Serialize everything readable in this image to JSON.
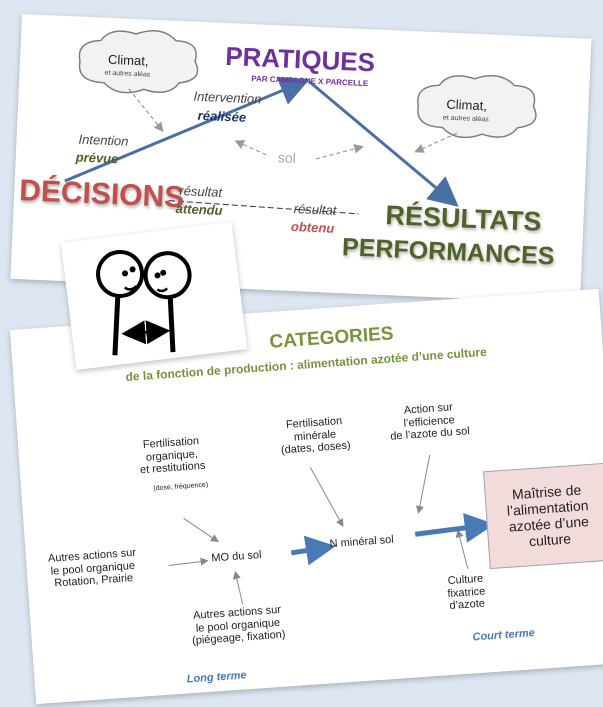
{
  "top_diagram": {
    "title": "PRATIQUES",
    "subtitle": "PAR CAMPAGNE X PARCELLE",
    "cloud_left": {
      "label": "Climat,",
      "sub": "et autres aléas"
    },
    "cloud_right": {
      "label": "Climat,",
      "sub": "et autres aléas"
    },
    "intention_label": "Intention",
    "intention_value": "prévue",
    "intervention_label": "Intervention",
    "intervention_value": "réalisée",
    "sol_label": "sol",
    "decisions": "DÉCISIONS",
    "resultat_attendu_label": "résultat",
    "resultat_attendu_value": "attendu",
    "resultat_obtenu_label": "résultat",
    "resultat_obtenu_value": "obtenu",
    "resultats": "RÉSULTATS",
    "performances": "PERFORMANCES"
  },
  "bottom_diagram": {
    "title": "CATEGORIES",
    "subtitle": "de la fonction de production : alimentation azotée d’une culture",
    "fert_org": "Fertilisation\norganique,\net restitutions",
    "fert_org_small": "(dose, fréquence)",
    "fert_min": "Fertilisation\nminérale\n(dates, doses)",
    "action_eff": "Action sur\nl’efficience\nde l’azote du sol",
    "autres_left": "Autres actions sur\nle pool organique\nRotation, Prairie",
    "mo_sol": "MO du sol",
    "n_mineral": "N minéral sol",
    "maitrise": "Maîtrise de\nl’alimentation\nazotée d’une\nculture",
    "autres_bottom": "Autres actions sur\nle pool organique\n(piégeage, fixation)",
    "culture_fix": "Culture\nfixatrice\nd’azote",
    "court_terme": "Court terme",
    "long_terme": "Long terme"
  },
  "colors": {
    "pratiques": "#7030a0",
    "decisions": "#c0504d",
    "resultats": "#4f6228",
    "arrow": "#4a6fa5",
    "green_sub": "#77933c",
    "court_terme": "#4a7ab5",
    "maitrise_bg": "#f2dcdb"
  }
}
